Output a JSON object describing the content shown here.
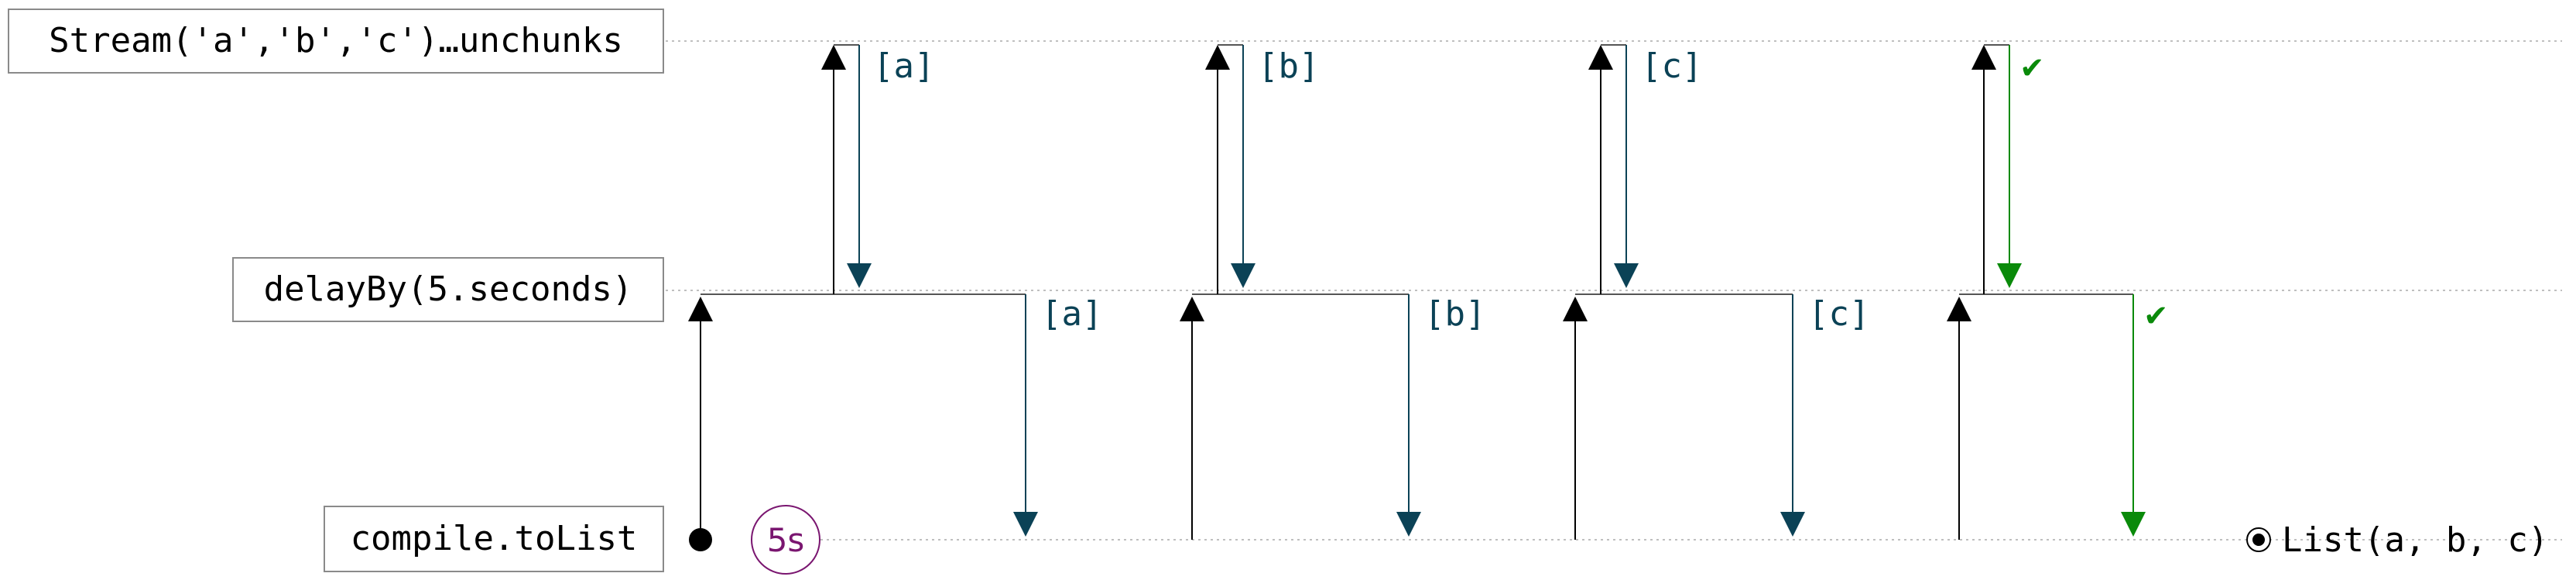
{
  "colors": {
    "pull": "#000000",
    "chunk": "#0b4256",
    "complete": "#0a8a0a",
    "delay": "#7a1670",
    "lane_line": "#bfbfbf"
  },
  "lanes": [
    {
      "label": "Stream('a','b','c')…unchunks"
    },
    {
      "label": "delayBy(5.seconds)"
    },
    {
      "label": "compile.toList"
    }
  ],
  "steps": [
    {
      "chunk": "[a]",
      "kind": "chunk"
    },
    {
      "chunk": "[b]",
      "kind": "chunk"
    },
    {
      "chunk": "[c]",
      "kind": "chunk"
    },
    {
      "chunk": "✔",
      "kind": "complete"
    }
  ],
  "delay_badge": "5s",
  "result": "List(a, b, c)",
  "icons": {
    "start": "filled-circle-icon",
    "end": "target-circle-icon"
  }
}
